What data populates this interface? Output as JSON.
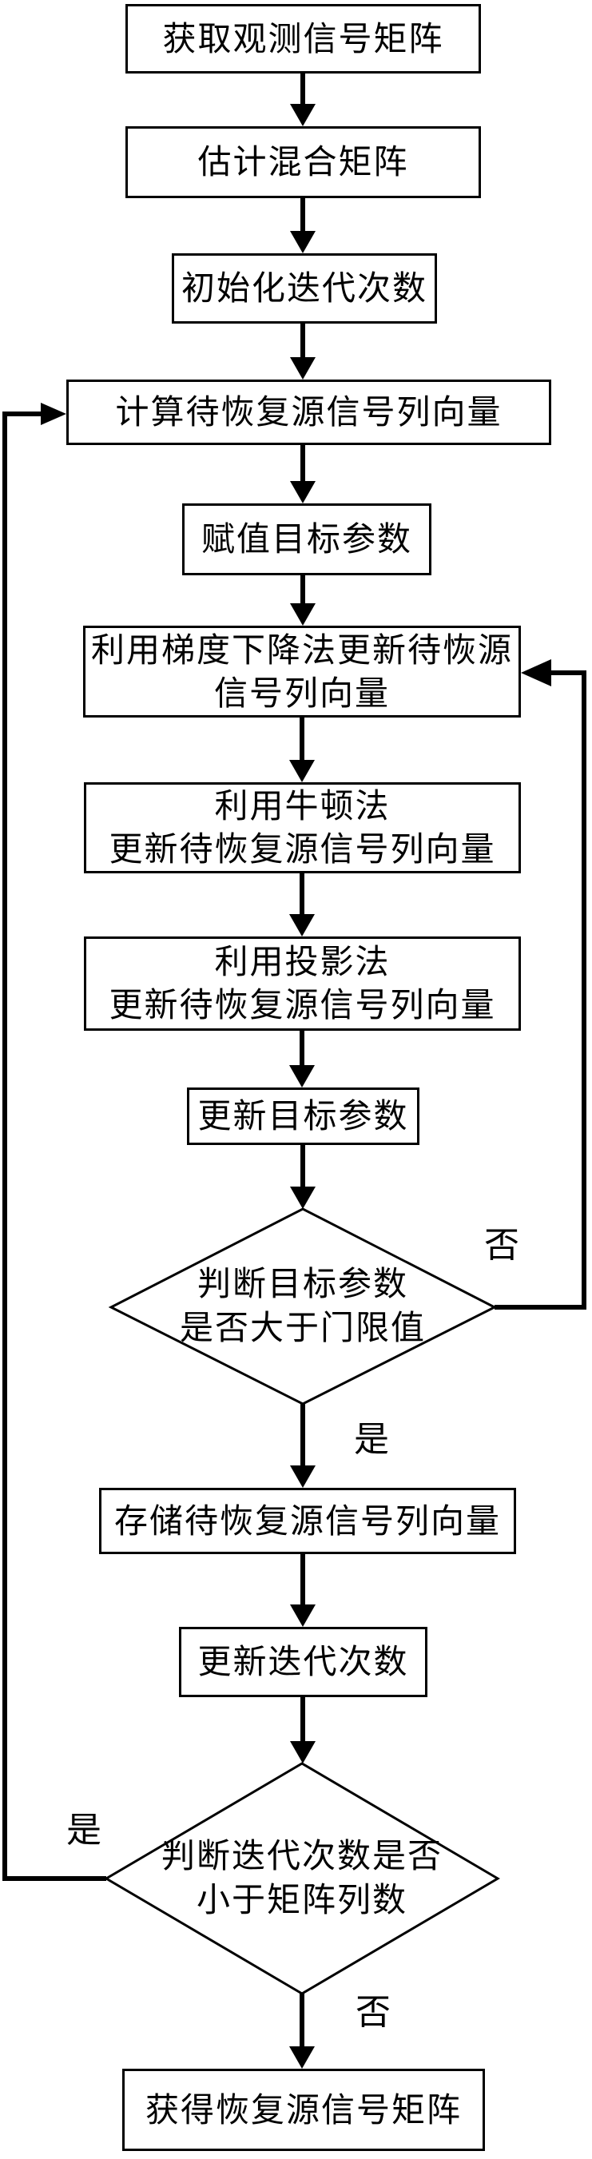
{
  "diagram": {
    "background_color": "#ffffff",
    "stroke_color": "#000000",
    "text_color": "#000000",
    "nodes": [
      {
        "id": "acquire-observation-matrix",
        "type": "process",
        "label": "获取观测信号矩阵"
      },
      {
        "id": "estimate-mixing-matrix",
        "type": "process",
        "label": "估计混合矩阵"
      },
      {
        "id": "init-iteration-count",
        "type": "process",
        "label": "初始化迭代次数"
      },
      {
        "id": "compute-source-column-vector",
        "type": "process",
        "label": "计算待恢复源信号列向量"
      },
      {
        "id": "assign-target-parameter",
        "type": "process",
        "label": "赋值目标参数"
      },
      {
        "id": "gradient-descent-update",
        "type": "process",
        "label": "利用梯度下降法更新待恢源\n信号列向量"
      },
      {
        "id": "newton-update",
        "type": "process",
        "label": "利用牛顿法\n更新待恢复源信号列向量"
      },
      {
        "id": "projection-update",
        "type": "process",
        "label": "利用投影法\n更新待恢复源信号列向量"
      },
      {
        "id": "update-target-parameter",
        "type": "process",
        "label": "更新目标参数"
      },
      {
        "id": "decision-target-threshold",
        "type": "decision",
        "label": "判断目标参数\n是否大于门限值"
      },
      {
        "id": "store-source-column-vector",
        "type": "process",
        "label": "存储待恢复源信号列向量"
      },
      {
        "id": "update-iteration-count",
        "type": "process",
        "label": "更新迭代次数"
      },
      {
        "id": "decision-iteration-count",
        "type": "decision",
        "label": "判断迭代次数是否\n小于矩阵列数"
      },
      {
        "id": "obtain-recovered-matrix",
        "type": "process",
        "label": "获得恢复源信号矩阵"
      }
    ],
    "edge_labels": {
      "threshold_no": "否",
      "threshold_yes": "是",
      "iteration_yes": "是",
      "iteration_no": "否"
    }
  }
}
